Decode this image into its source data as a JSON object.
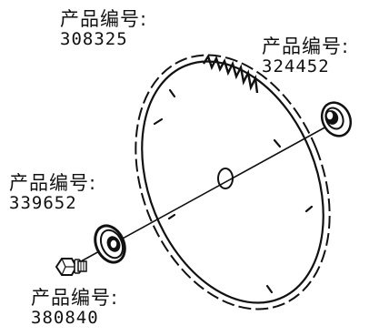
{
  "labels": [
    {
      "prefix": "产品编号:",
      "number": "308325"
    },
    {
      "prefix": "产品编号:",
      "number": "324452"
    },
    {
      "prefix": "产品编号:",
      "number": "339652"
    },
    {
      "prefix": "产品编号:",
      "number": "380840"
    }
  ]
}
